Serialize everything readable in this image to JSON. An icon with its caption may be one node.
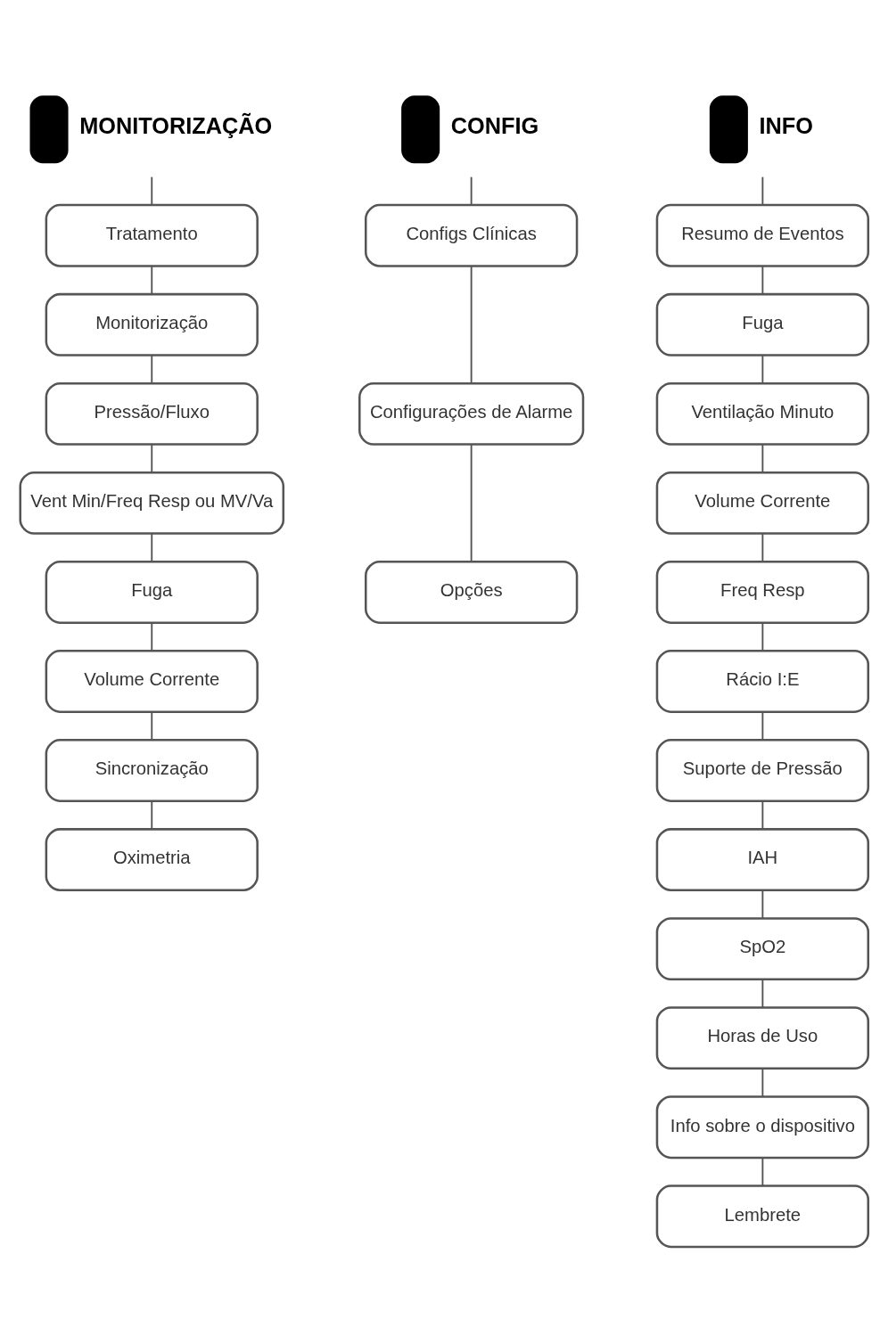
{
  "diagram": {
    "nodes": [
      {
        "text": [
          "MONITORIZAÇÃO"
        ]
      },
      {
        "text": [
          "Tratamento"
        ]
      },
      {
        "text": [
          "Monitorização"
        ]
      },
      {
        "text": [
          "Pressão/Fluxo"
        ]
      },
      {
        "text": [
          "Vent Min/Freq Resp ou MV/Va"
        ]
      },
      {
        "text": [
          "Fuga"
        ]
      },
      {
        "text": [
          "Volume Corrente"
        ]
      },
      {
        "text": [
          "Sincronização"
        ]
      },
      {
        "text": [
          "Oximetria"
        ]
      },
      {
        "text": [
          "CONFIG"
        ]
      },
      {
        "text": [
          "Configs Clínicas"
        ]
      },
      {
        "text": [
          "Configurações de Alarme"
        ]
      },
      {
        "text": [
          "Opções"
        ]
      },
      {
        "text": [
          "INFO"
        ]
      },
      {
        "text": [
          "Resumo de Eventos"
        ]
      },
      {
        "text": [
          "Fuga"
        ]
      },
      {
        "text": [
          "Ventilação Minuto"
        ]
      },
      {
        "text": [
          "Volume Corrente"
        ]
      },
      {
        "text": [
          "Freq Resp"
        ]
      },
      {
        "text": [
          "Rácio I:E"
        ]
      },
      {
        "text": [
          "Suporte de Pressão"
        ]
      },
      {
        "text": [
          "IAH"
        ]
      },
      {
        "text": [
          "SpO2"
        ]
      },
      {
        "text": [
          "Horas de Uso"
        ]
      },
      {
        "text": [
          "Info sobre o dispositivo"
        ]
      },
      {
        "text": [
          "Lembrete"
        ]
      }
    ],
    "edges": [
      {
        "from": 0,
        "to": 1,
        "arrow": "none"
      },
      {
        "from": 1,
        "to": 2,
        "arrow": "none"
      },
      {
        "from": 2,
        "to": 3,
        "arrow": "none"
      },
      {
        "from": 3,
        "to": 4,
        "arrow": "none"
      },
      {
        "from": 4,
        "to": 5,
        "arrow": "none"
      },
      {
        "from": 5,
        "to": 6,
        "arrow": "none"
      },
      {
        "from": 6,
        "to": 7,
        "arrow": "none"
      },
      {
        "from": 7,
        "to": 8,
        "arrow": "none"
      },
      {
        "from": 9,
        "to": 10,
        "arrow": "none"
      },
      {
        "from": 10,
        "to": 11,
        "arrow": "none"
      },
      {
        "from": 11,
        "to": 12,
        "arrow": "none"
      },
      {
        "from": 13,
        "to": 14,
        "arrow": "none"
      },
      {
        "from": 14,
        "to": 15,
        "arrow": "none"
      },
      {
        "from": 15,
        "to": 16,
        "arrow": "none"
      },
      {
        "from": 16,
        "to": 17,
        "arrow": "none"
      },
      {
        "from": 17,
        "to": 18,
        "arrow": "none"
      },
      {
        "from": 18,
        "to": 19,
        "arrow": "none"
      },
      {
        "from": 19,
        "to": 20,
        "arrow": "none"
      },
      {
        "from": 20,
        "to": 21,
        "arrow": "none"
      },
      {
        "from": 21,
        "to": 22,
        "arrow": "none"
      },
      {
        "from": 22,
        "to": 23,
        "arrow": "none"
      },
      {
        "from": 23,
        "to": 24,
        "arrow": "none"
      },
      {
        "from": 24,
        "to": 25,
        "arrow": "none"
      }
    ]
  }
}
